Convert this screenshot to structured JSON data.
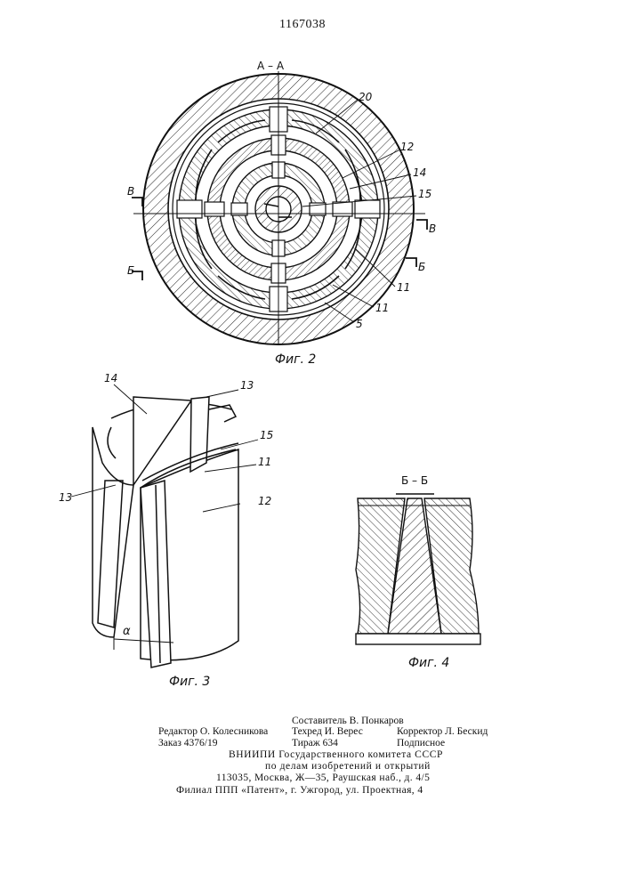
{
  "patent_number": "1167038",
  "fig2": {
    "section_title": "А – А",
    "caption": "Фиг. 2",
    "labels": [
      "20",
      "12",
      "14",
      "15",
      "11",
      "11",
      "5"
    ],
    "section_marks": [
      "В",
      "В",
      "Б",
      "Б"
    ]
  },
  "fig3": {
    "caption": "Фиг. 3",
    "labels": [
      "14",
      "13",
      "15",
      "11",
      "13",
      "12"
    ],
    "angle_label": "α"
  },
  "fig4": {
    "section_title": "Б – Б",
    "caption": "Фиг. 4"
  },
  "footer": {
    "editor": "Редактор О. Колесникова",
    "order": "Заказ 4376/19",
    "compiler": "Составитель В. Понкаров",
    "techred": "Техред И. Верес",
    "circulation": "Тираж 634",
    "corrector": "Корректор Л. Бескид",
    "subscription": "Подписное",
    "org1": "ВНИИПИ Государственного комитета СССР",
    "org2": "по делам изобретений и открытий",
    "address": "113035, Москва, Ж—35, Раушская наб., д. 4/5",
    "branch": "Филиал ППП «Патент», г. Ужгород, ул. Проектная, 4"
  }
}
